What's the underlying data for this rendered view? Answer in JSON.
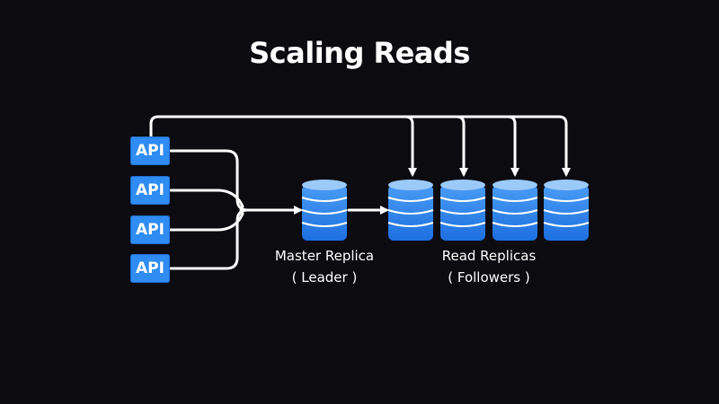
{
  "title": "Scaling Reads",
  "api_nodes": [
    {
      "label": "API"
    },
    {
      "label": "API"
    },
    {
      "label": "API"
    },
    {
      "label": "API"
    }
  ],
  "master": {
    "name": "Master Replica",
    "role": "( Leader )"
  },
  "replicas": {
    "name": "Read Replicas",
    "role": "( Followers )",
    "count": 4
  },
  "colors": {
    "background": "#0b0b10",
    "api": "#2f8cf3",
    "db_top": "#9ccaf8",
    "db_body": "#2b86ee",
    "arrow": "#ffffff"
  },
  "icons": {
    "database": "database-icon",
    "api": "api-box"
  }
}
